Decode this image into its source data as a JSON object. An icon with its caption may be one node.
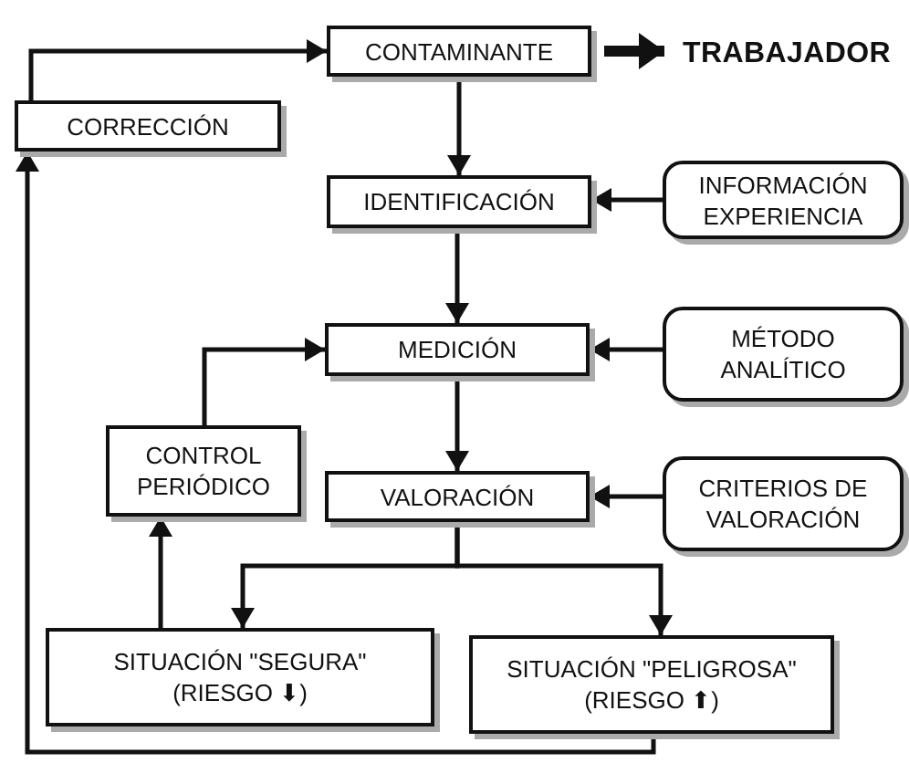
{
  "diagram": {
    "nodes": [
      {
        "text": [
          "CONTAMINANTE"
        ]
      },
      {
        "text": [
          "TRABAJADOR"
        ]
      },
      {
        "text": [
          "CORRECCIÓN"
        ]
      },
      {
        "text": [
          "IDENTIFICACIÓN"
        ]
      },
      {
        "text": [
          "INFORMACIÓN EXPERIENCIA"
        ]
      },
      {
        "text": [
          "MEDICIÓN"
        ]
      },
      {
        "text": [
          "MÉTODO ANALÍTICO"
        ]
      },
      {
        "text": [
          "CONTROL PERIÓDICO"
        ]
      },
      {
        "text": [
          "VALORACIÓN"
        ]
      },
      {
        "text": [
          "CRITERIOS DE VALORACIÓN"
        ]
      },
      {
        "text": [
          "SITUACIÓN \"SEGURA\"",
          "(RIESGO ⬇)"
        ]
      },
      {
        "text": [
          "SITUACIÓN \"PELIGROSA\"",
          "(RIESGO ⬆)"
        ]
      }
    ],
    "edges": [
      {
        "from": 2,
        "to": 0,
        "arrow": "to"
      },
      {
        "from": 0,
        "to": 1,
        "arrow": "to",
        "style": "thick"
      },
      {
        "from": 0,
        "to": 3,
        "arrow": "to"
      },
      {
        "from": 4,
        "to": 3,
        "arrow": "to"
      },
      {
        "from": 3,
        "to": 5,
        "arrow": "to"
      },
      {
        "from": 6,
        "to": 5,
        "arrow": "to"
      },
      {
        "from": 7,
        "to": 5,
        "arrow": "to"
      },
      {
        "from": 5,
        "to": 8,
        "arrow": "to"
      },
      {
        "from": 9,
        "to": 8,
        "arrow": "to"
      },
      {
        "from": 8,
        "to": 10,
        "arrow": "to"
      },
      {
        "from": 8,
        "to": 11,
        "arrow": "to"
      },
      {
        "from": 10,
        "to": 7,
        "arrow": "to"
      },
      {
        "from": 11,
        "to": 2,
        "arrow": "to"
      }
    ]
  }
}
